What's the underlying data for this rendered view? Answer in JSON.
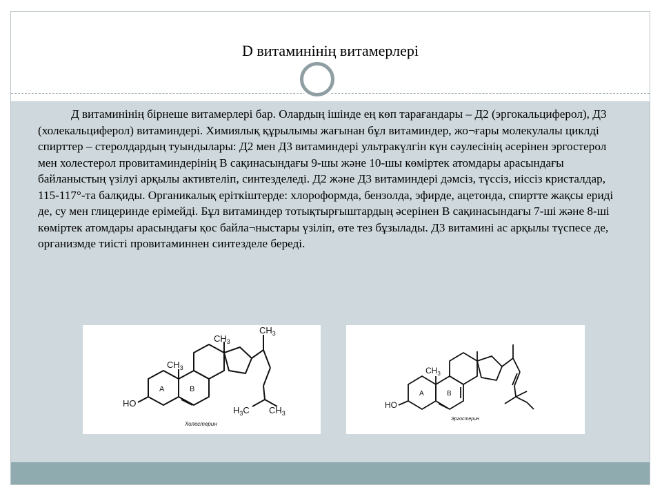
{
  "slide": {
    "title": "D витаминінің витамерлері",
    "body": "Д витаминінің бірнеше витамерлері бар. Олардың ішінде ең көп тарағандары – Д2 (эргокальциферол), Д3 (холекальциферол) витаминдері. Химиялық құрылымы жағынан бұл витаминдер, жо¬ғары молекулалы циклді спирттер – стеролдардың туындылары: Д2 мен Д3 витаминдері ультракүлгін күн сәулесінің әсерінен эргостерол мен холестерол провитаминдерінің В сақинасындағы 9-шы және 10-шы көміртек атомдары арасындағы байланыстың үзілуі арқылы активтеліп, синтезделеді. Д2 және Д3 витаминдері дәмсіз, түссіз, иіссіз кристалдар, 115-117°-та балқиды. Органикалық еріткіштерде: хлороформда, бензолда, эфирде, ацетонда, спиртте жақсы ериді де, су мен глицеринде ерімейді. Бұл витаминдер тотықтырғыштардың әсерінен В сақинасындағы 7-ші және 8-ші көміртек атомдары арасындағы қос байла¬ныстары үзіліп, өте тез бұзылады. Д3 витамині ас арқылы түспесе де, организмде тиісті провитаминнен синтезделе береді."
  },
  "cholesterol": {
    "caption": "Холестерин",
    "ch3_top": "CH",
    "ch3_top_sub": "3",
    "ch3_ring": "CH",
    "ch3_ring_sub": "3",
    "ch3_side": "CH",
    "ch3_side_sub": "3",
    "h3c": "H",
    "h3c_sub": "3",
    "h3c_c": "C",
    "ch3_end": "CH",
    "ch3_end_sub": "3",
    "ho": "HO",
    "ring_a": "A",
    "ring_b": "B"
  },
  "ergosterol": {
    "caption": "Эргостерин",
    "ch3_ring": "CH",
    "ch3_ring_sub": "3",
    "ho": "HO",
    "ring_a": "A",
    "ring_b": "B"
  },
  "colors": {
    "body_background": "#cfd8dc",
    "footer_band": "#8fabb0",
    "ring": "#8e9ea2"
  }
}
